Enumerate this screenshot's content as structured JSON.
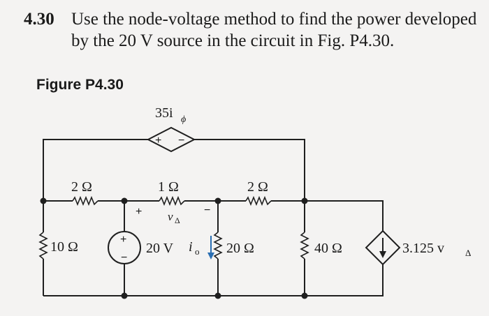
{
  "problem": {
    "number": "4.30",
    "text": "Use the node-voltage method to find the power developed by the 20 V source in the circuit in Fig. P4.30."
  },
  "figure": {
    "label": "Figure P4.30",
    "dependent_voltage_source": {
      "label": "35i",
      "subscript": "ϕ",
      "plus": "+",
      "minus": "−"
    },
    "resistor_left_top": "2 Ω",
    "resistor_middle_top": "1 Ω",
    "resistor_right_top": "2 Ω",
    "resistor_left_vertical": "10 Ω",
    "resistor_middle_vertical": "20 Ω",
    "resistor_right_vertical": "40 Ω",
    "voltage_source": {
      "label": "20 V",
      "plus": "+",
      "minus": "−"
    },
    "vdelta": {
      "symbol": "v",
      "subscript": "Δ",
      "plus": "+",
      "minus": "−"
    },
    "current_io": {
      "symbol": "i",
      "subscript": "o"
    },
    "dependent_current_source": {
      "label": "3.125 v",
      "subscript": "Δ"
    }
  }
}
